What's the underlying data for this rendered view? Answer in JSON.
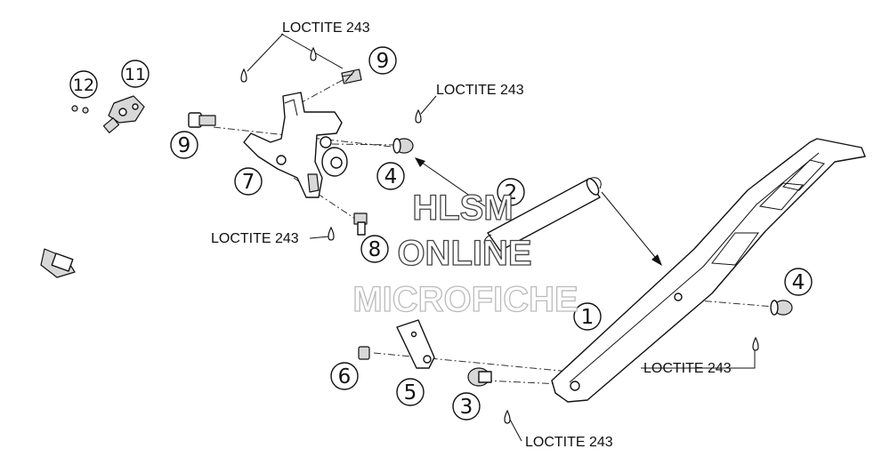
{
  "callouts": {
    "c1": "LOCTITE 243",
    "c2": "LOCTITE 243",
    "c3": "LOCTITE 243",
    "c4": "LOCTITE 243",
    "c5": "LOCTITE 243"
  },
  "parts": {
    "p1": "1",
    "p2": "2",
    "p3": "3",
    "p4a": "4",
    "p4b": "4",
    "p5": "5",
    "p6": "6",
    "p7": "7",
    "p8": "8",
    "p9a": "9",
    "p9b": "9",
    "p11": "11",
    "p12": "12"
  },
  "watermark": {
    "line1": "HLSM",
    "line2": "ONLINE",
    "line3": "MICROFICHE"
  }
}
